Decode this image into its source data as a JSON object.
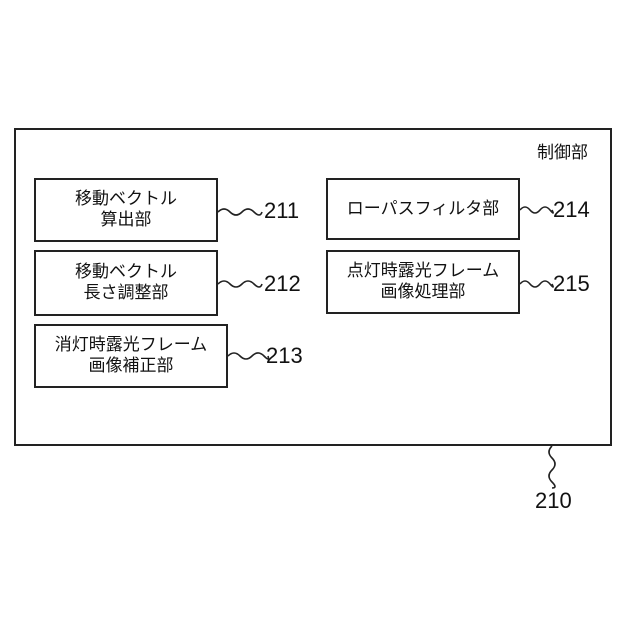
{
  "control_unit": {
    "label": "制御部",
    "ref": "210"
  },
  "blocks": [
    {
      "id": "211",
      "label": "移動ベクトル\n算出部",
      "ref": "211"
    },
    {
      "id": "212",
      "label": "移動ベクトル\n長さ調整部",
      "ref": "212"
    },
    {
      "id": "213",
      "label": "消灯時露光フレーム\n画像補正部",
      "ref": "213"
    },
    {
      "id": "214",
      "label": "ローパスフィルタ部",
      "ref": "214"
    },
    {
      "id": "215",
      "label": "点灯時露光フレーム\n画像処理部",
      "ref": "215"
    }
  ]
}
